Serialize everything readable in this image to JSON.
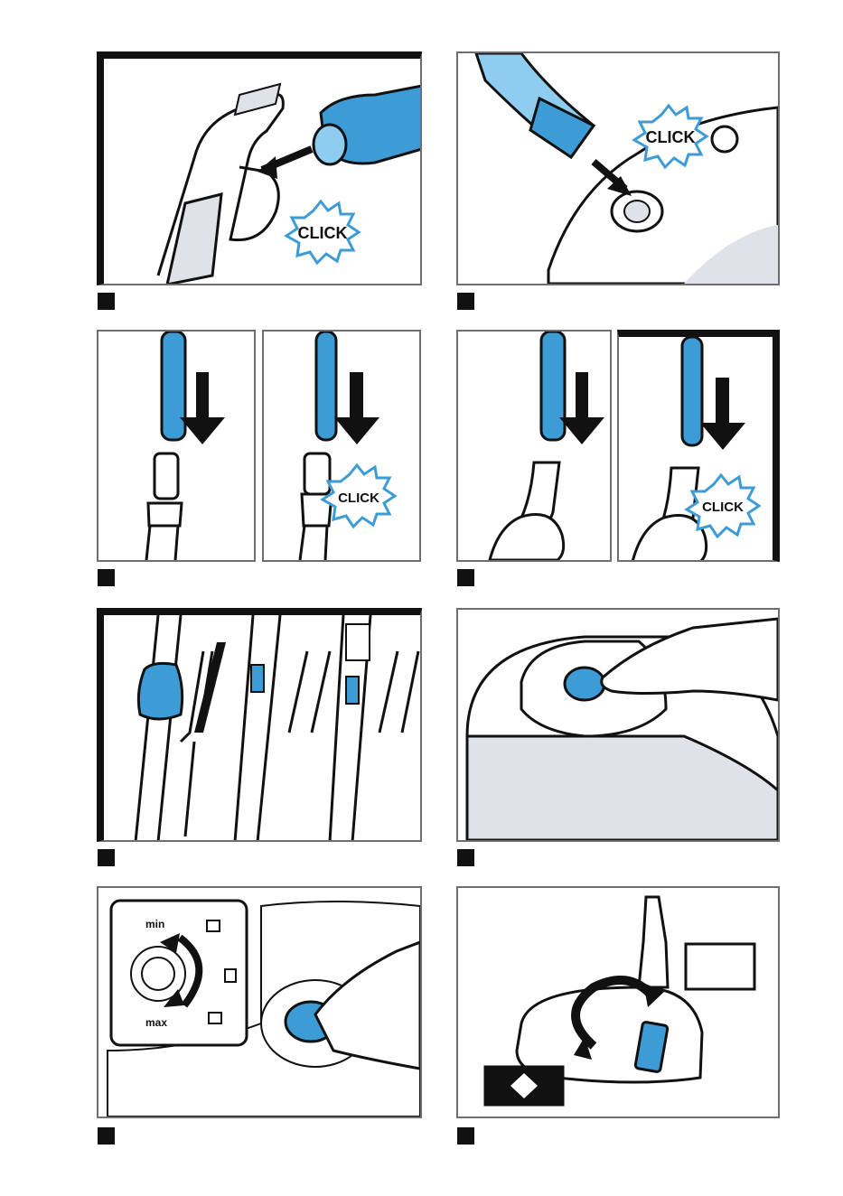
{
  "click_label": "CLICK",
  "dial": {
    "min_label": "min",
    "max_label": "max"
  },
  "colors": {
    "accent_blue": "#3d9bd6",
    "light_blue": "#8ecdf0",
    "gray_fill": "#dfe2e8",
    "outline": "#111111",
    "frame": "#6e6e6e"
  },
  "icons": [
    "hose-connect-icon",
    "power-knob-icon",
    "hard-floor-icon",
    "carpet-icon",
    "arrow-icon",
    "double-arrow-icon"
  ]
}
